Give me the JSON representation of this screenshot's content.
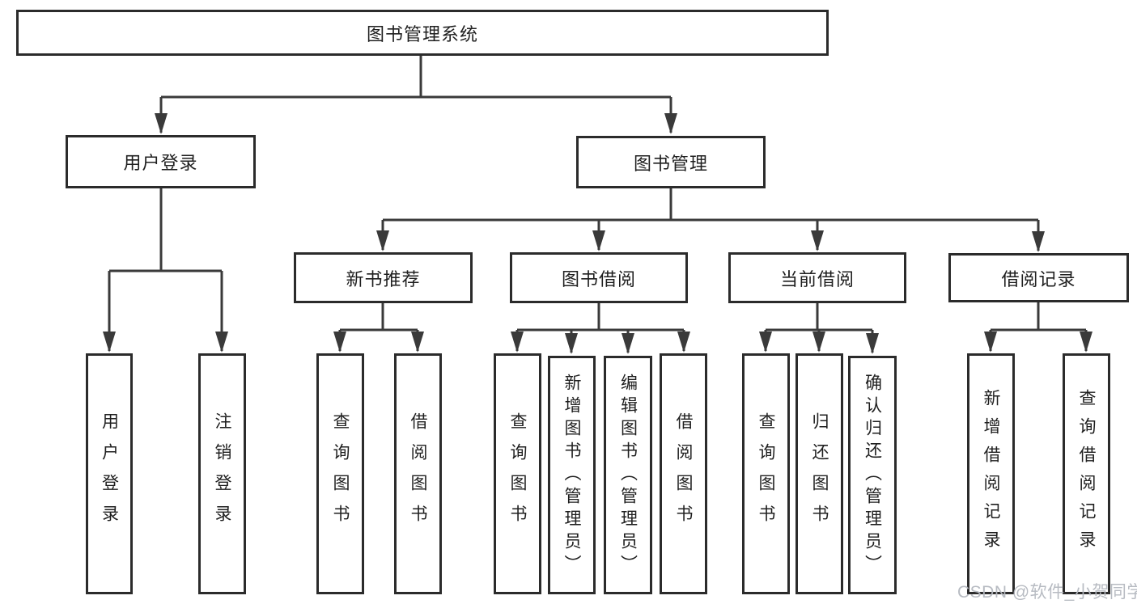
{
  "diagram_title": "图书管理系统",
  "tree": {
    "label": "图书管理系统",
    "children": [
      {
        "label": "用户登录",
        "children": [
          {
            "label": "用户登录"
          },
          {
            "label": "注销登录"
          }
        ]
      },
      {
        "label": "图书管理",
        "children": [
          {
            "label": "新书推荐",
            "children": [
              {
                "label": "查询图书"
              },
              {
                "label": "借阅图书"
              }
            ]
          },
          {
            "label": "图书借阅",
            "children": [
              {
                "label": "查询图书"
              },
              {
                "label": "新增图书（管理员）"
              },
              {
                "label": "编辑图书（管理员）"
              },
              {
                "label": "借阅图书"
              }
            ]
          },
          {
            "label": "当前借阅",
            "children": [
              {
                "label": "查询图书"
              },
              {
                "label": "归还图书"
              },
              {
                "label": "确认归还（管理员）"
              }
            ]
          },
          {
            "label": "借阅记录",
            "children": [
              {
                "label": "新增借阅记录"
              },
              {
                "label": "查询借阅记录"
              }
            ]
          }
        ]
      }
    ]
  },
  "watermark": "CSDN @软件_小贺同学",
  "colors": {
    "line": "#3a3a3a",
    "box_border": "#2b2b2b",
    "text": "#1f1f1f",
    "watermark": "#b4b8bf",
    "background": "#ffffff"
  }
}
